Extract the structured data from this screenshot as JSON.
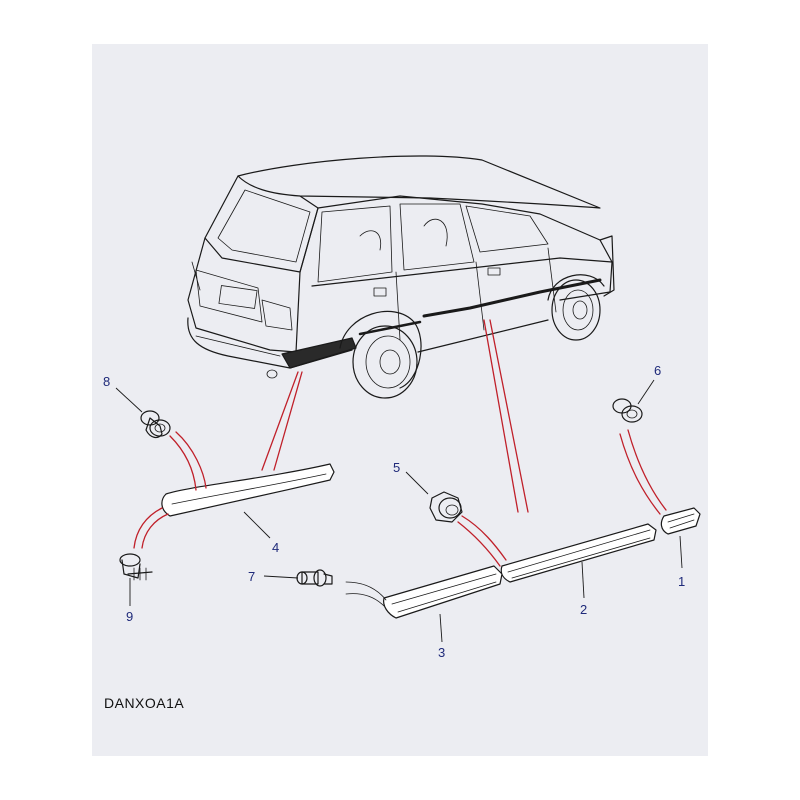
{
  "diagram": {
    "code": "DANXOA1A",
    "callouts": [
      {
        "label": "1"
      },
      {
        "label": "2"
      },
      {
        "label": "3"
      },
      {
        "label": "4"
      },
      {
        "label": "5"
      },
      {
        "label": "6"
      },
      {
        "label": "7"
      },
      {
        "label": "8"
      },
      {
        "label": "9"
      }
    ]
  }
}
